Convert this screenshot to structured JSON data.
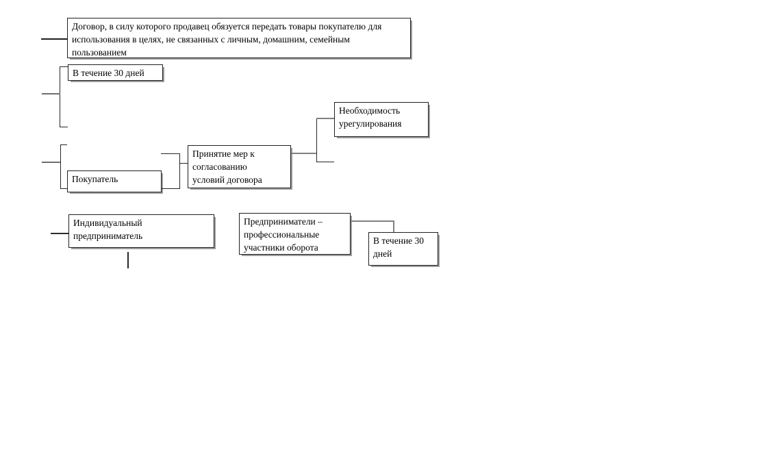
{
  "diagram": {
    "nodes": {
      "contract_definition": {
        "label": "Договор, в силу которого продавец обязуется передать товары покупателю для\nиспользования в целях, не связанных с личным, домашним, семейным\nпользованием"
      },
      "within_30_days_top": {
        "label": "В течение 30 дней"
      },
      "buyer": {
        "label": "Покупатель"
      },
      "measures": {
        "label": "Принятие мер к\nсогласованию\nусловий договора"
      },
      "need_settlement": {
        "label": "Необходимость\nурегулирования"
      },
      "individual_entrepreneur": {
        "label": "Индивидуальный\nпредприниматель"
      },
      "professional_entrepreneurs": {
        "label": "Предприниматели –\nпрофессиональные\nучастники оборота"
      },
      "within_30_days_bottom": {
        "label": "В течение 30\nдней"
      }
    },
    "colors": {
      "line_dark": "#262626",
      "line_gray": "#808080",
      "box_border": "#1f1f1f",
      "box_shadow": "#9c9c9c",
      "background": "#ffffff"
    }
  }
}
